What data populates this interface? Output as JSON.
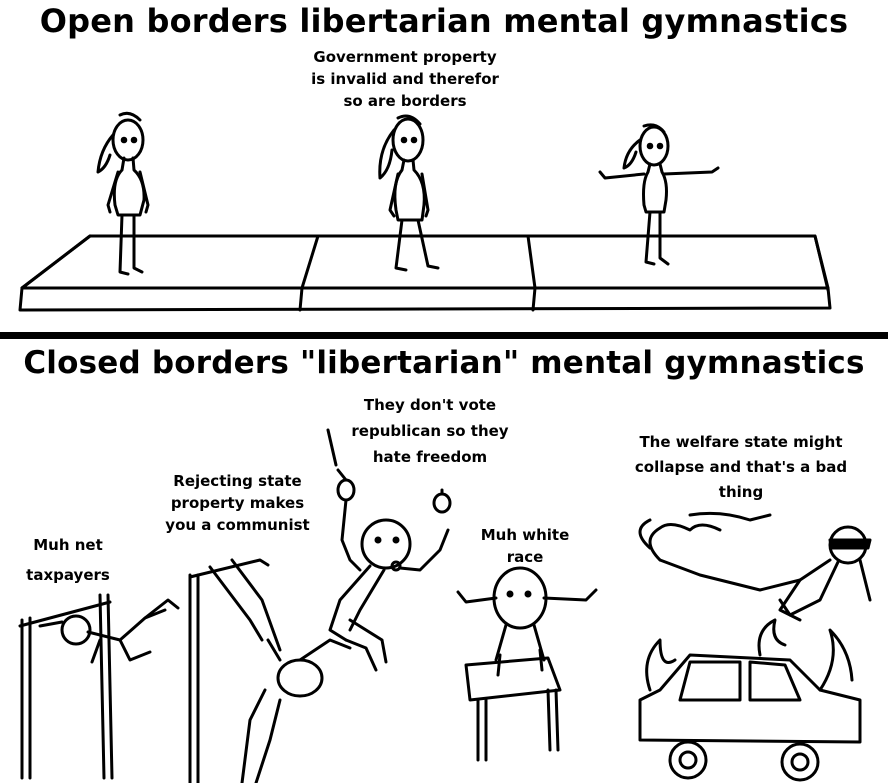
{
  "top_panel": {
    "title": "Open borders libertarian mental gymnastics",
    "caption_lines": [
      "Government property",
      "is invalid and therefor",
      "so are borders"
    ]
  },
  "bottom_panel": {
    "title": "Closed borders \"libertarian\" mental gymnastics",
    "captions": {
      "taxpayers": [
        "Muh net",
        "taxpayers"
      ],
      "state_property": [
        "Rejecting state",
        "property makes",
        "you a communist"
      ],
      "republican": [
        "They don't vote",
        "republican so they",
        "hate freedom"
      ],
      "white_race": [
        "Muh white",
        "race"
      ],
      "welfare": [
        "The welfare state might",
        "collapse and that's a bad",
        "thing"
      ]
    }
  },
  "colors": {
    "ink": "#000000",
    "paper": "#ffffff"
  }
}
